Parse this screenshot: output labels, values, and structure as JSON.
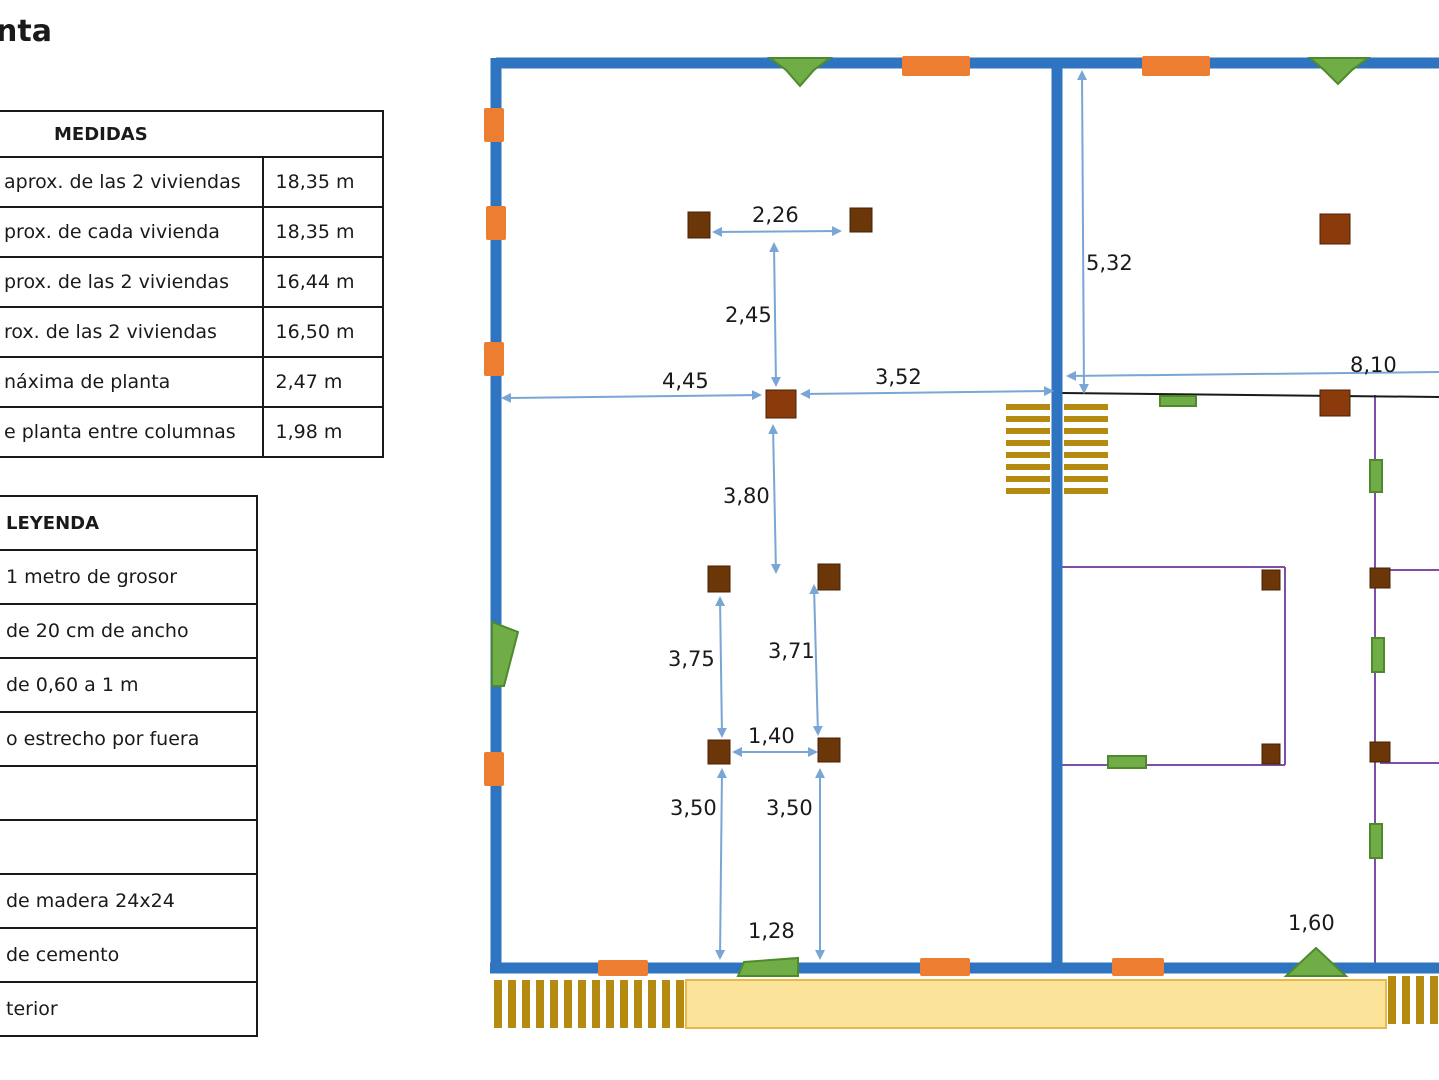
{
  "title": "nta",
  "medidas": {
    "header": "MEDIDAS",
    "rows": [
      {
        "label": "aprox. de las 2 viviendas",
        "value": "18,35 m"
      },
      {
        "label": "prox. de cada vivienda",
        "value": "18,35 m"
      },
      {
        "label": "prox. de las 2 viviendas",
        "value": "16,44 m"
      },
      {
        "label": "rox. de las 2 viviendas",
        "value": "16,50 m"
      },
      {
        "label": "náxima de planta",
        "value": "2,47 m"
      },
      {
        "label": "e planta entre columnas",
        "value": "1,98 m"
      }
    ]
  },
  "leyenda": {
    "header": "LEYENDA",
    "items": [
      "1 metro de grosor",
      "de 20 cm de ancho",
      "de 0,60 a 1 m",
      "o estrecho por fuera",
      "",
      "",
      "de madera 24x24",
      "de cemento",
      "terior"
    ]
  },
  "plan": {
    "dimensions": [
      "2,26",
      "2,45",
      "4,45",
      "3,52",
      "5,32",
      "8,10",
      "3,80",
      "3,75",
      "3,71",
      "1,40",
      "3,50",
      "3,50",
      "1,28",
      "1,60"
    ],
    "colors": {
      "wall": "#2f74c0",
      "window": "#ed7d31",
      "door": "#70ad47",
      "column": "#6b3608",
      "dimension_arrow": "#7aa6d6",
      "partition": "#7f4fa8",
      "stairs": "#b58a10",
      "porch": "#fce39a"
    }
  }
}
